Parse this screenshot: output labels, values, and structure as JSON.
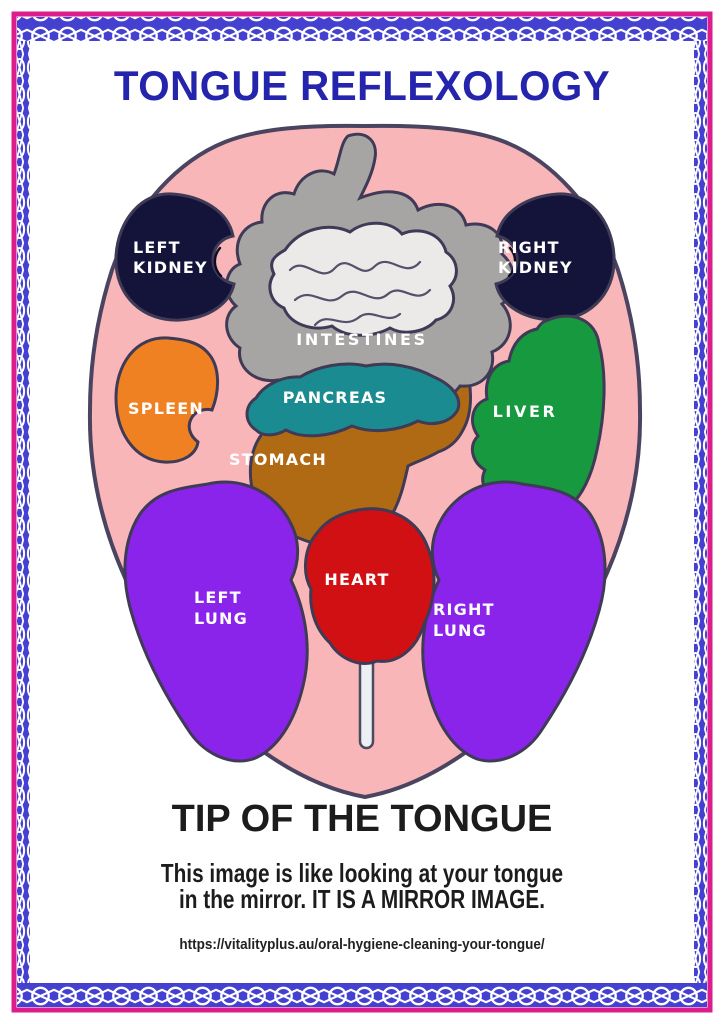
{
  "title": {
    "text": "TONGUE REFLEXOLOGY",
    "color": "#2424ad"
  },
  "border": {
    "style": "celtic-knot",
    "magenta": "#dd1d8e",
    "blue": "#4441d0",
    "knot_color": "#ffffff"
  },
  "diagram": {
    "tongue": {
      "fill": "#f8b6b9",
      "outline": "#4a4461"
    },
    "label_color": "#ffffff",
    "organs": {
      "left_kidney": {
        "fill": "#141339",
        "lines": [
          "LEFT",
          "KIDNEY"
        ]
      },
      "right_kidney": {
        "fill": "#141339",
        "lines": [
          "RIGHT",
          "KIDNEY"
        ]
      },
      "intestines": {
        "fill": "#a7a5a4",
        "coil_fill": "#eceae9",
        "lines": [
          "INTESTINES"
        ]
      },
      "spleen": {
        "fill": "#f08122",
        "lines": [
          "SPLEEN"
        ]
      },
      "pancreas": {
        "fill": "#1a8b90",
        "lines": [
          "PANCREAS"
        ]
      },
      "liver": {
        "fill": "#16993f",
        "lines": [
          "LIVER"
        ]
      },
      "stomach": {
        "fill": "#b06a13",
        "lines": [
          "STOMACH"
        ]
      },
      "heart": {
        "fill": "#d11013",
        "lines": [
          "HEART"
        ]
      },
      "left_lung": {
        "fill": "#8a24ea",
        "lines": [
          "LEFT",
          "LUNG"
        ]
      },
      "right_lung": {
        "fill": "#8a24ea",
        "lines": [
          "RIGHT",
          "LUNG"
        ]
      },
      "median_line": {
        "fill": "#edeff3"
      }
    }
  },
  "footer": {
    "heading": "TIP OF THE TONGUE",
    "line1": "This image is like looking at your tongue",
    "line2": "in the mirror. IT IS A MIRROR IMAGE.",
    "url": "https://vitalityplus.au/oral-hygiene-cleaning-your-tongue/"
  }
}
